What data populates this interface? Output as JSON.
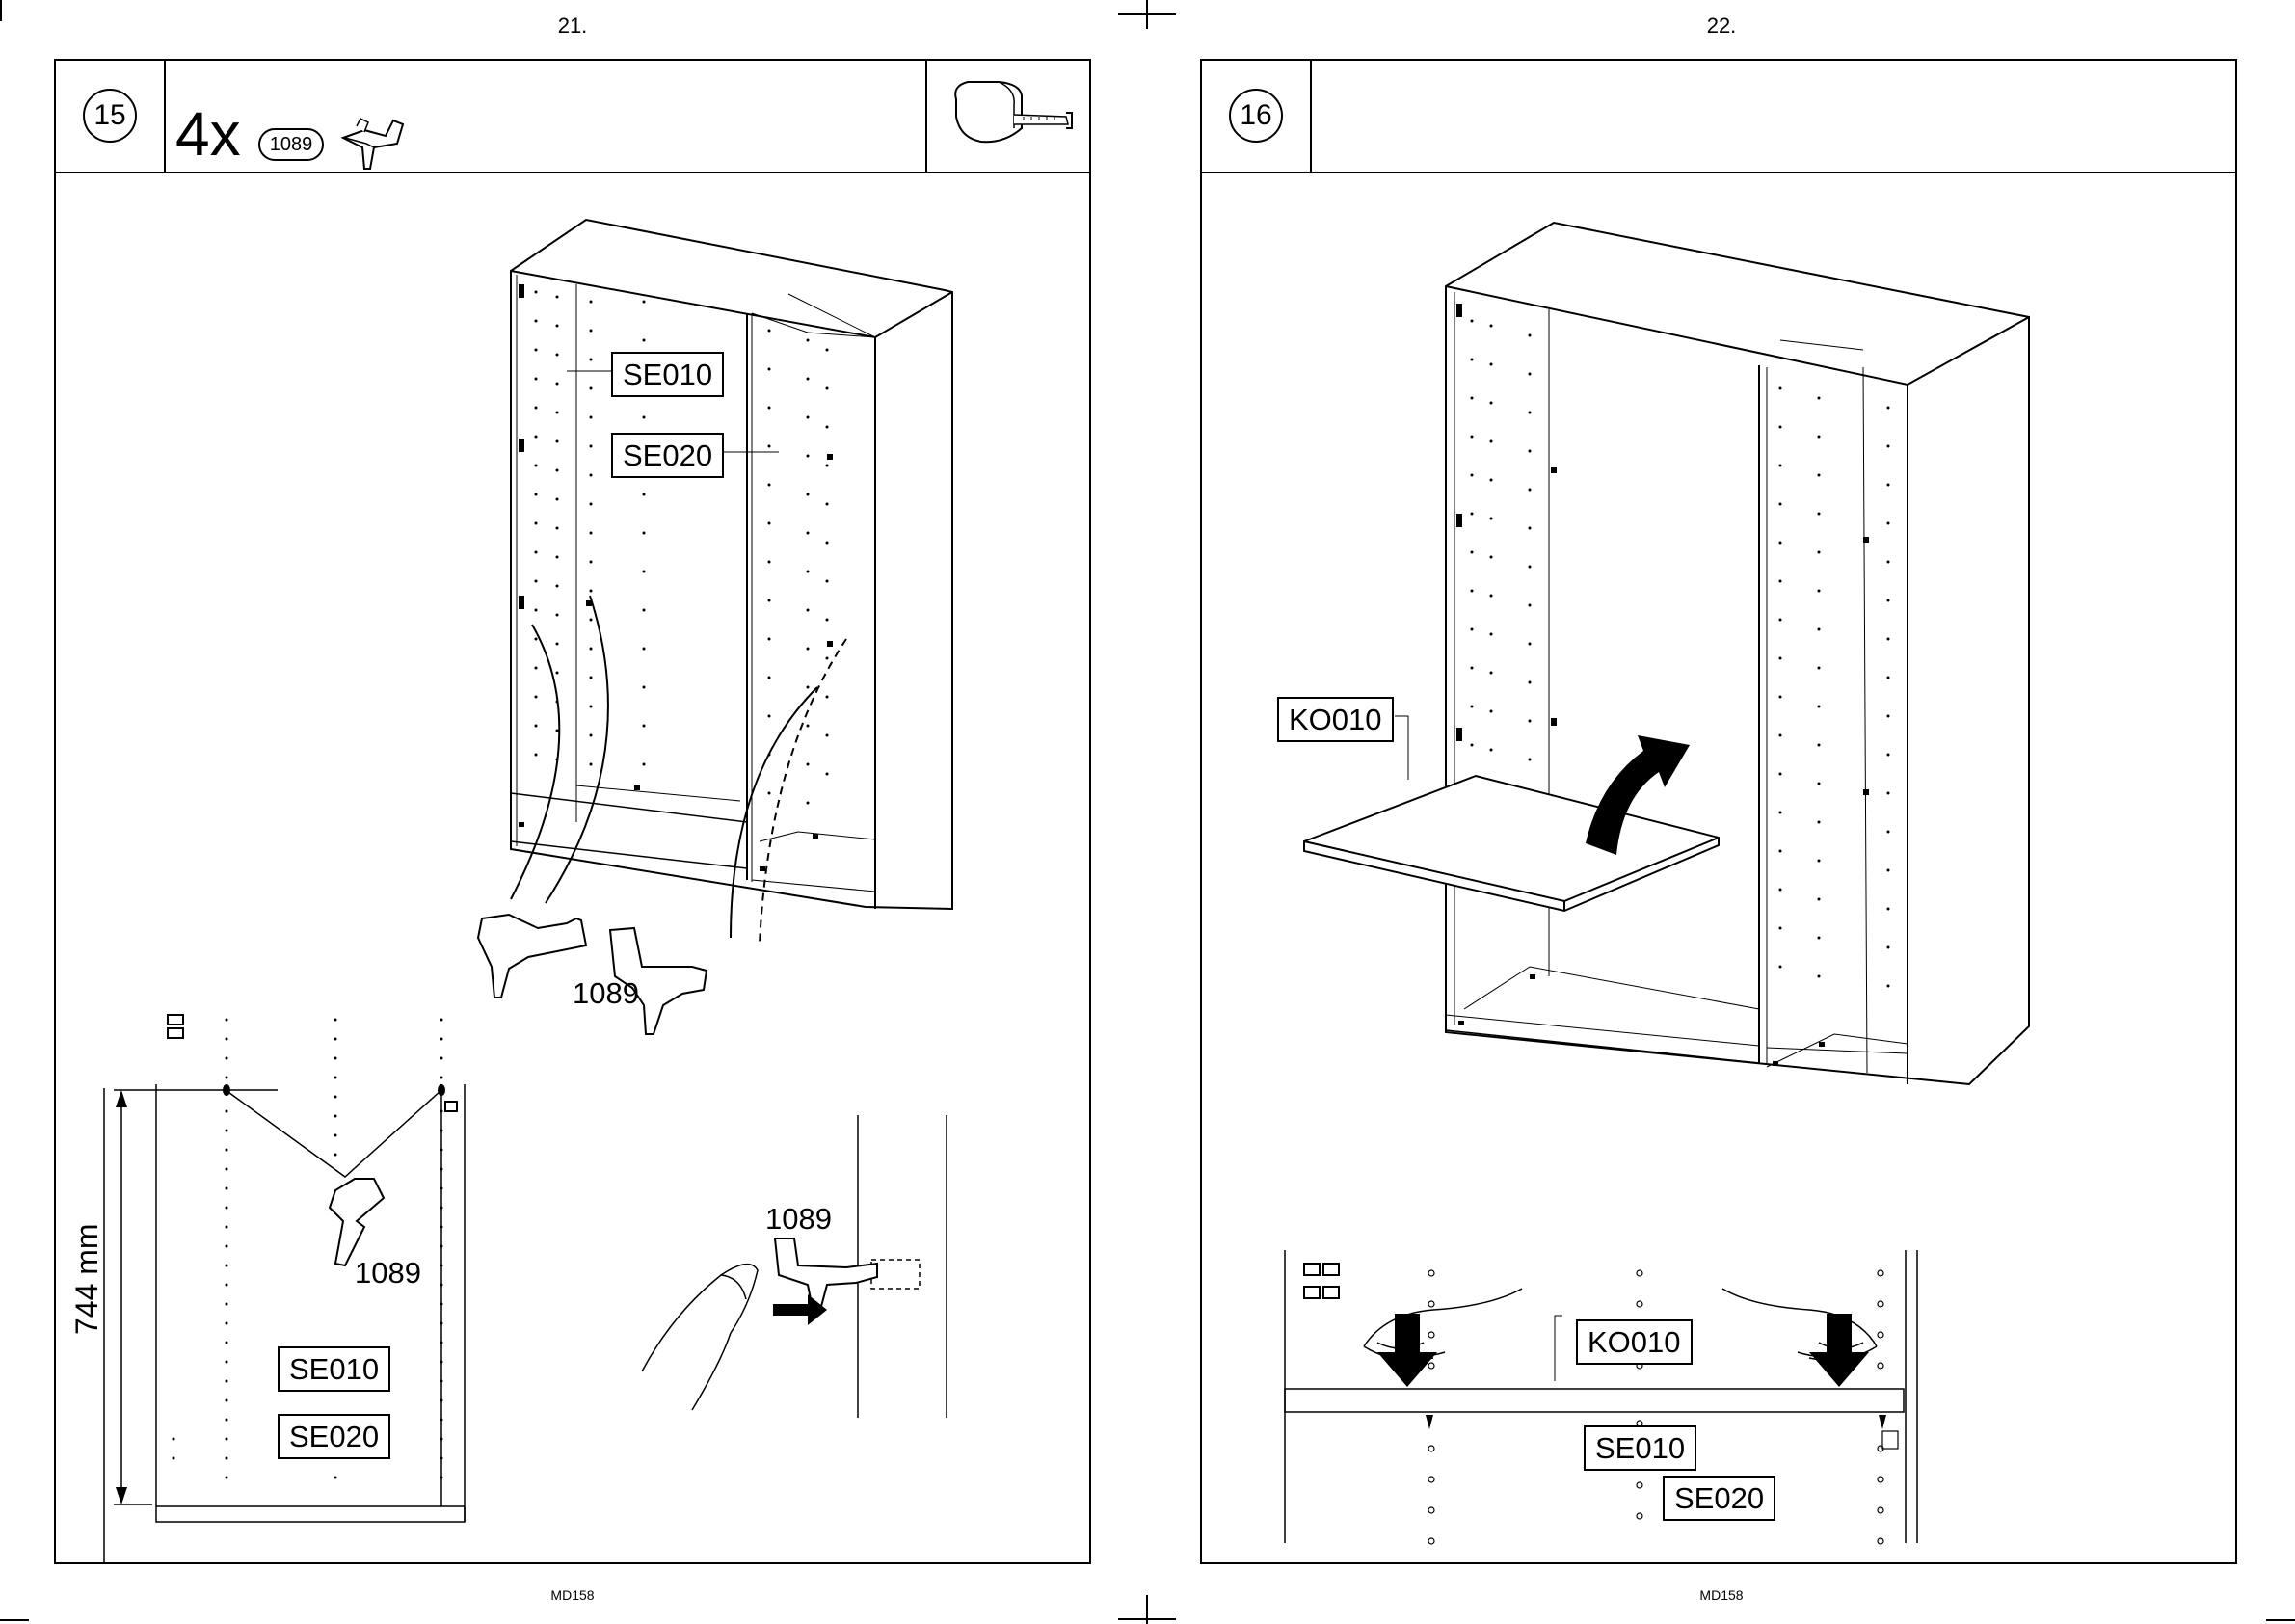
{
  "left_page": {
    "page_number": "21.",
    "step_number": "15",
    "quantity": "4x",
    "part_number": "1089",
    "labels": {
      "se010": "SE010",
      "se020": "SE020",
      "part_1089": "1089",
      "detail_part_a": "1089",
      "detail_part_b": "1089",
      "detail_se010": "SE010",
      "detail_se020": "SE020",
      "dimension": "744 mm"
    },
    "footer": "MD158"
  },
  "right_page": {
    "page_number": "22.",
    "step_number": "16",
    "labels": {
      "ko010": "KO010",
      "detail_ko010": "KO010",
      "detail_se010": "SE010",
      "detail_se020": "SE020"
    },
    "footer": "MD158"
  }
}
